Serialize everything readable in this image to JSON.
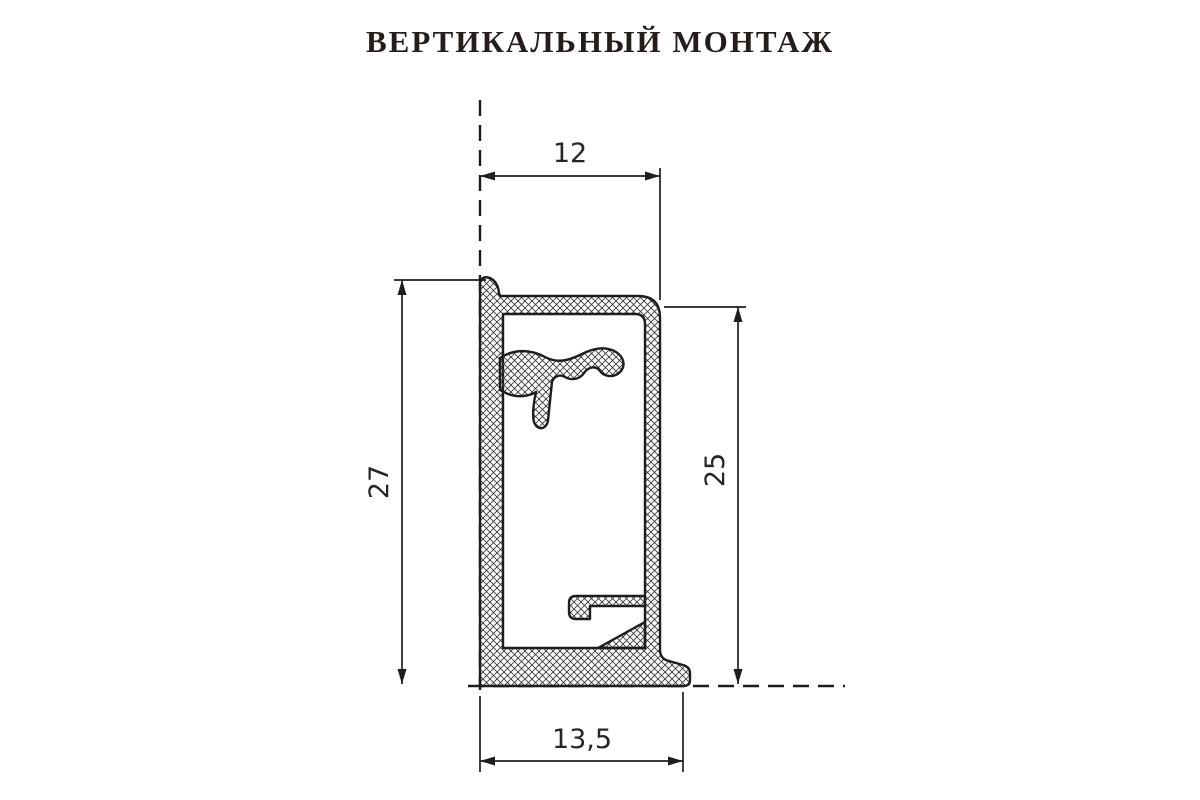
{
  "title": "ВЕРТИКАЛЬНЫЙ МОНТАЖ",
  "drawing": {
    "description": "profile-cross-section-vertical-mount",
    "dimensions": {
      "top_width": "12",
      "left_height": "27",
      "right_height": "25",
      "bottom_width": "13,5"
    }
  },
  "colors": {
    "background": "#ffffff",
    "line": "#1d1d1d",
    "title_text": "#241d1a",
    "dimension_text": "#262626"
  }
}
